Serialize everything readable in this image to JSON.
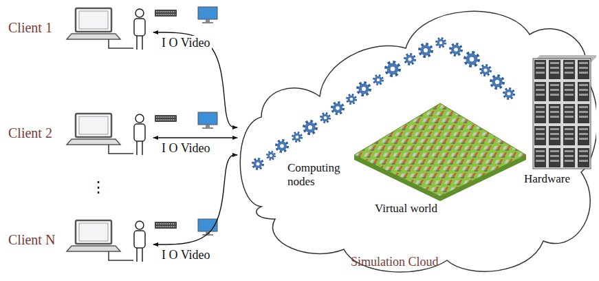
{
  "diagram": {
    "nodes": [
      {
        "text": [
          "Client 1"
        ]
      },
      {
        "text": [
          "Client 2"
        ]
      },
      {
        "text": [
          "Client N"
        ]
      },
      {
        "text": [
          "Simulation Cloud"
        ]
      }
    ],
    "edges": [
      {
        "from": 0,
        "to": 3,
        "label": "I O Video",
        "arrow": "both"
      },
      {
        "from": 1,
        "to": 3,
        "label": "I O Video",
        "arrow": "both"
      },
      {
        "from": 2,
        "to": 3,
        "label": "I O Video",
        "arrow": "both"
      }
    ],
    "labels": [
      "⋮",
      "Computing nodes",
      "Virtual world",
      "Hardware"
    ]
  }
}
